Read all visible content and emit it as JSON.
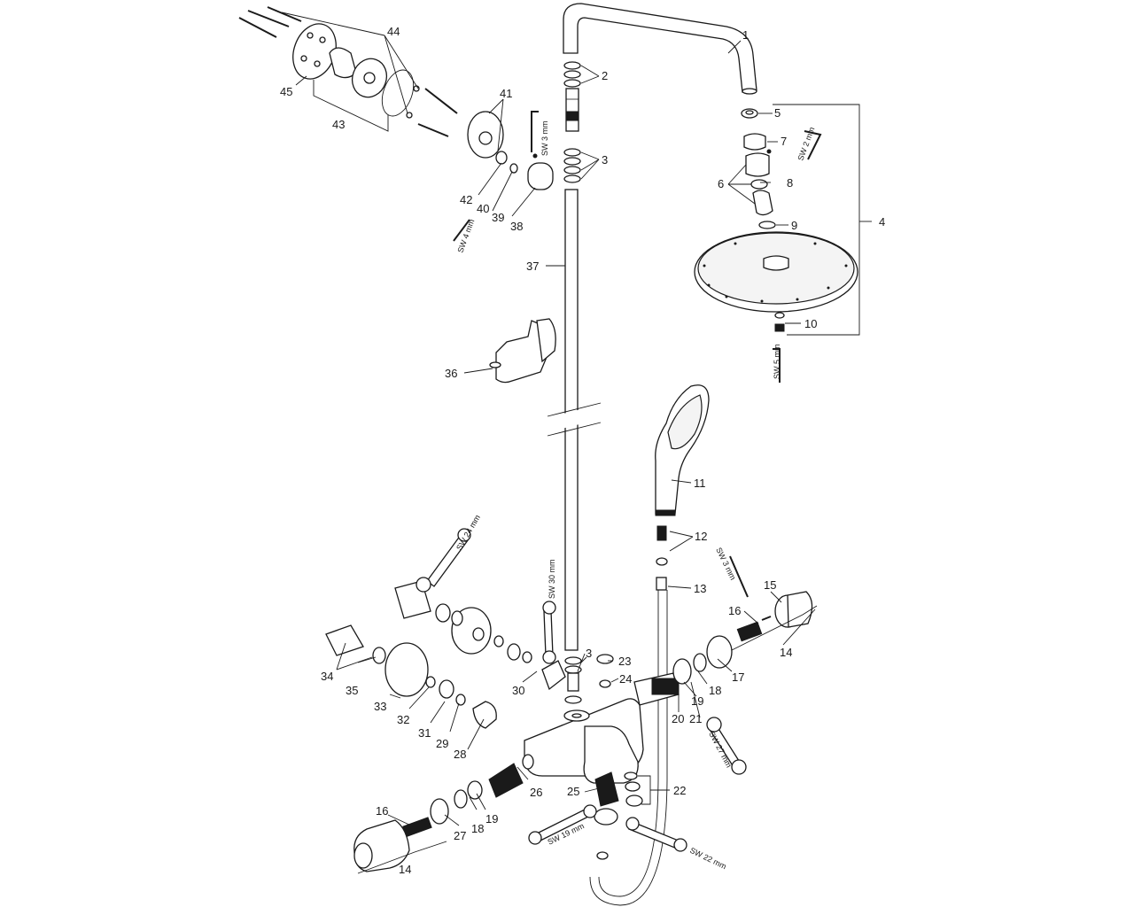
{
  "callouts": [
    "1",
    "2",
    "3",
    "4",
    "5",
    "6",
    "7",
    "8",
    "9",
    "10",
    "11",
    "12",
    "13",
    "14",
    "15",
    "16",
    "17",
    "18",
    "19",
    "20",
    "21",
    "22",
    "23",
    "24",
    "25",
    "26",
    "27",
    "28",
    "29",
    "30",
    "31",
    "32",
    "33",
    "34",
    "35",
    "36",
    "37",
    "38",
    "39",
    "40",
    "41",
    "42",
    "43",
    "44",
    "45"
  ],
  "callouts_repeat": {
    "three_lower": "3",
    "fourteen_lower": "14",
    "sixteen_lower": "16",
    "eighteen_lower": "18",
    "nineteen_lower": "19"
  },
  "tool_labels": {
    "sw3_top": "SW 3 mm",
    "sw2": "SW 2 mm",
    "sw4": "SW 4 mm",
    "sw5": "SW 5 mm",
    "sw24": "SW 24 mm",
    "sw30": "SW 30 mm",
    "sw3_right": "SW 3 mm",
    "sw27": "SW 27 mm",
    "sw19": "SW 19 mm",
    "sw22": "SW 22 mm"
  }
}
